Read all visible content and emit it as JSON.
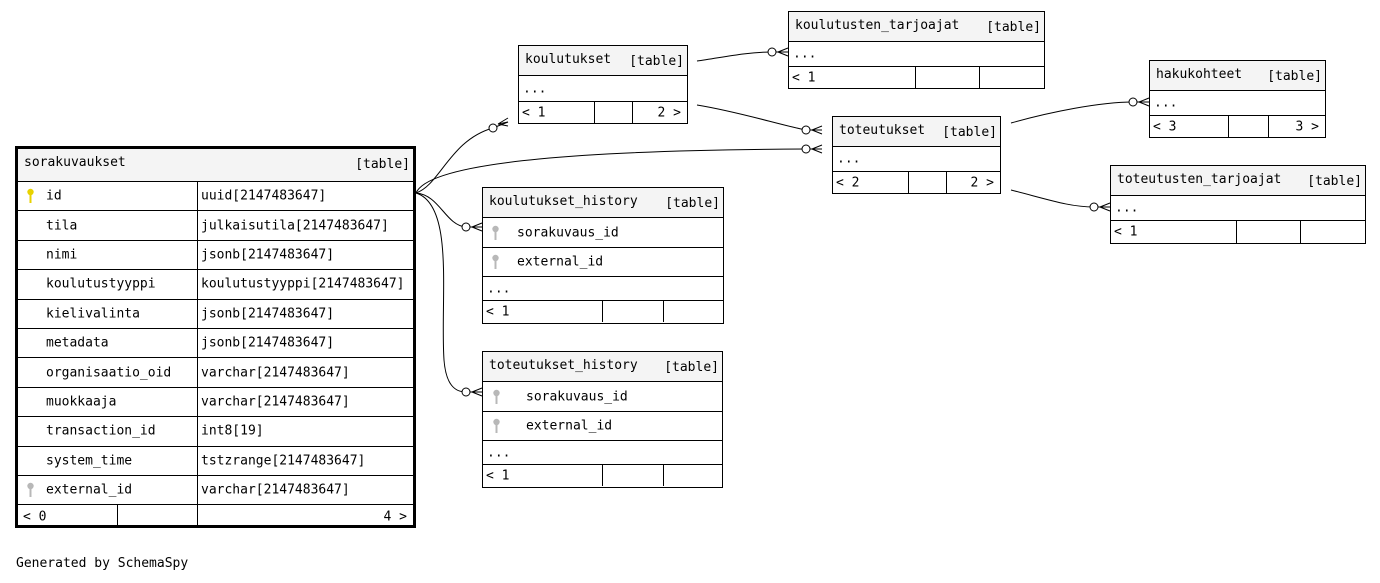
{
  "footer": "Generated by SchemaSpy",
  "tag": "[table]",
  "colors": {
    "primary_key": "#e8d200",
    "foreign_key": "#b8b8b8",
    "header_bg": "#f4f4f4"
  },
  "sorakuvaukset": {
    "name": "sorakuvaukset",
    "columns": [
      {
        "name": "id",
        "type": "uuid[2147483647]",
        "key": "primary"
      },
      {
        "name": "tila",
        "type": "julkaisutila[2147483647]"
      },
      {
        "name": "nimi",
        "type": "jsonb[2147483647]"
      },
      {
        "name": "koulutustyyppi",
        "type": "koulutustyyppi[2147483647]"
      },
      {
        "name": "kielivalinta",
        "type": "jsonb[2147483647]"
      },
      {
        "name": "metadata",
        "type": "jsonb[2147483647]"
      },
      {
        "name": "organisaatio_oid",
        "type": "varchar[2147483647]"
      },
      {
        "name": "muokkaaja",
        "type": "varchar[2147483647]"
      },
      {
        "name": "transaction_id",
        "type": "int8[19]"
      },
      {
        "name": "system_time",
        "type": "tstzrange[2147483647]"
      },
      {
        "name": "external_id",
        "type": "varchar[2147483647]",
        "key": "foreign"
      }
    ],
    "footer_left": "< 0",
    "footer_right": "4 >"
  },
  "koulutukset": {
    "name": "koulutukset",
    "ellipsis": "...",
    "footer_left": "< 1",
    "footer_right": "2 >"
  },
  "koulutusten_tarjoajat": {
    "name": "koulutusten_tarjoajat",
    "ellipsis": "...",
    "footer_left": "< 1"
  },
  "toteutukset": {
    "name": "toteutukset",
    "ellipsis": "...",
    "footer_left": "< 2",
    "footer_right": "2 >"
  },
  "hakukohteet": {
    "name": "hakukohteet",
    "ellipsis": "...",
    "footer_left": "< 3",
    "footer_right": "3 >"
  },
  "toteutusten_tarjoajat": {
    "name": "toteutusten_tarjoajat",
    "ellipsis": "...",
    "footer_left": "< 1"
  },
  "koulutukset_history": {
    "name": "koulutukset_history",
    "columns": [
      "sorakuvaus_id",
      "external_id"
    ],
    "ellipsis": "...",
    "footer_left": "< 1"
  },
  "toteutukset_history": {
    "name": "toteutukset_history",
    "columns": [
      "sorakuvaus_id",
      "external_id"
    ],
    "ellipsis": "...",
    "footer_left": "< 1"
  }
}
